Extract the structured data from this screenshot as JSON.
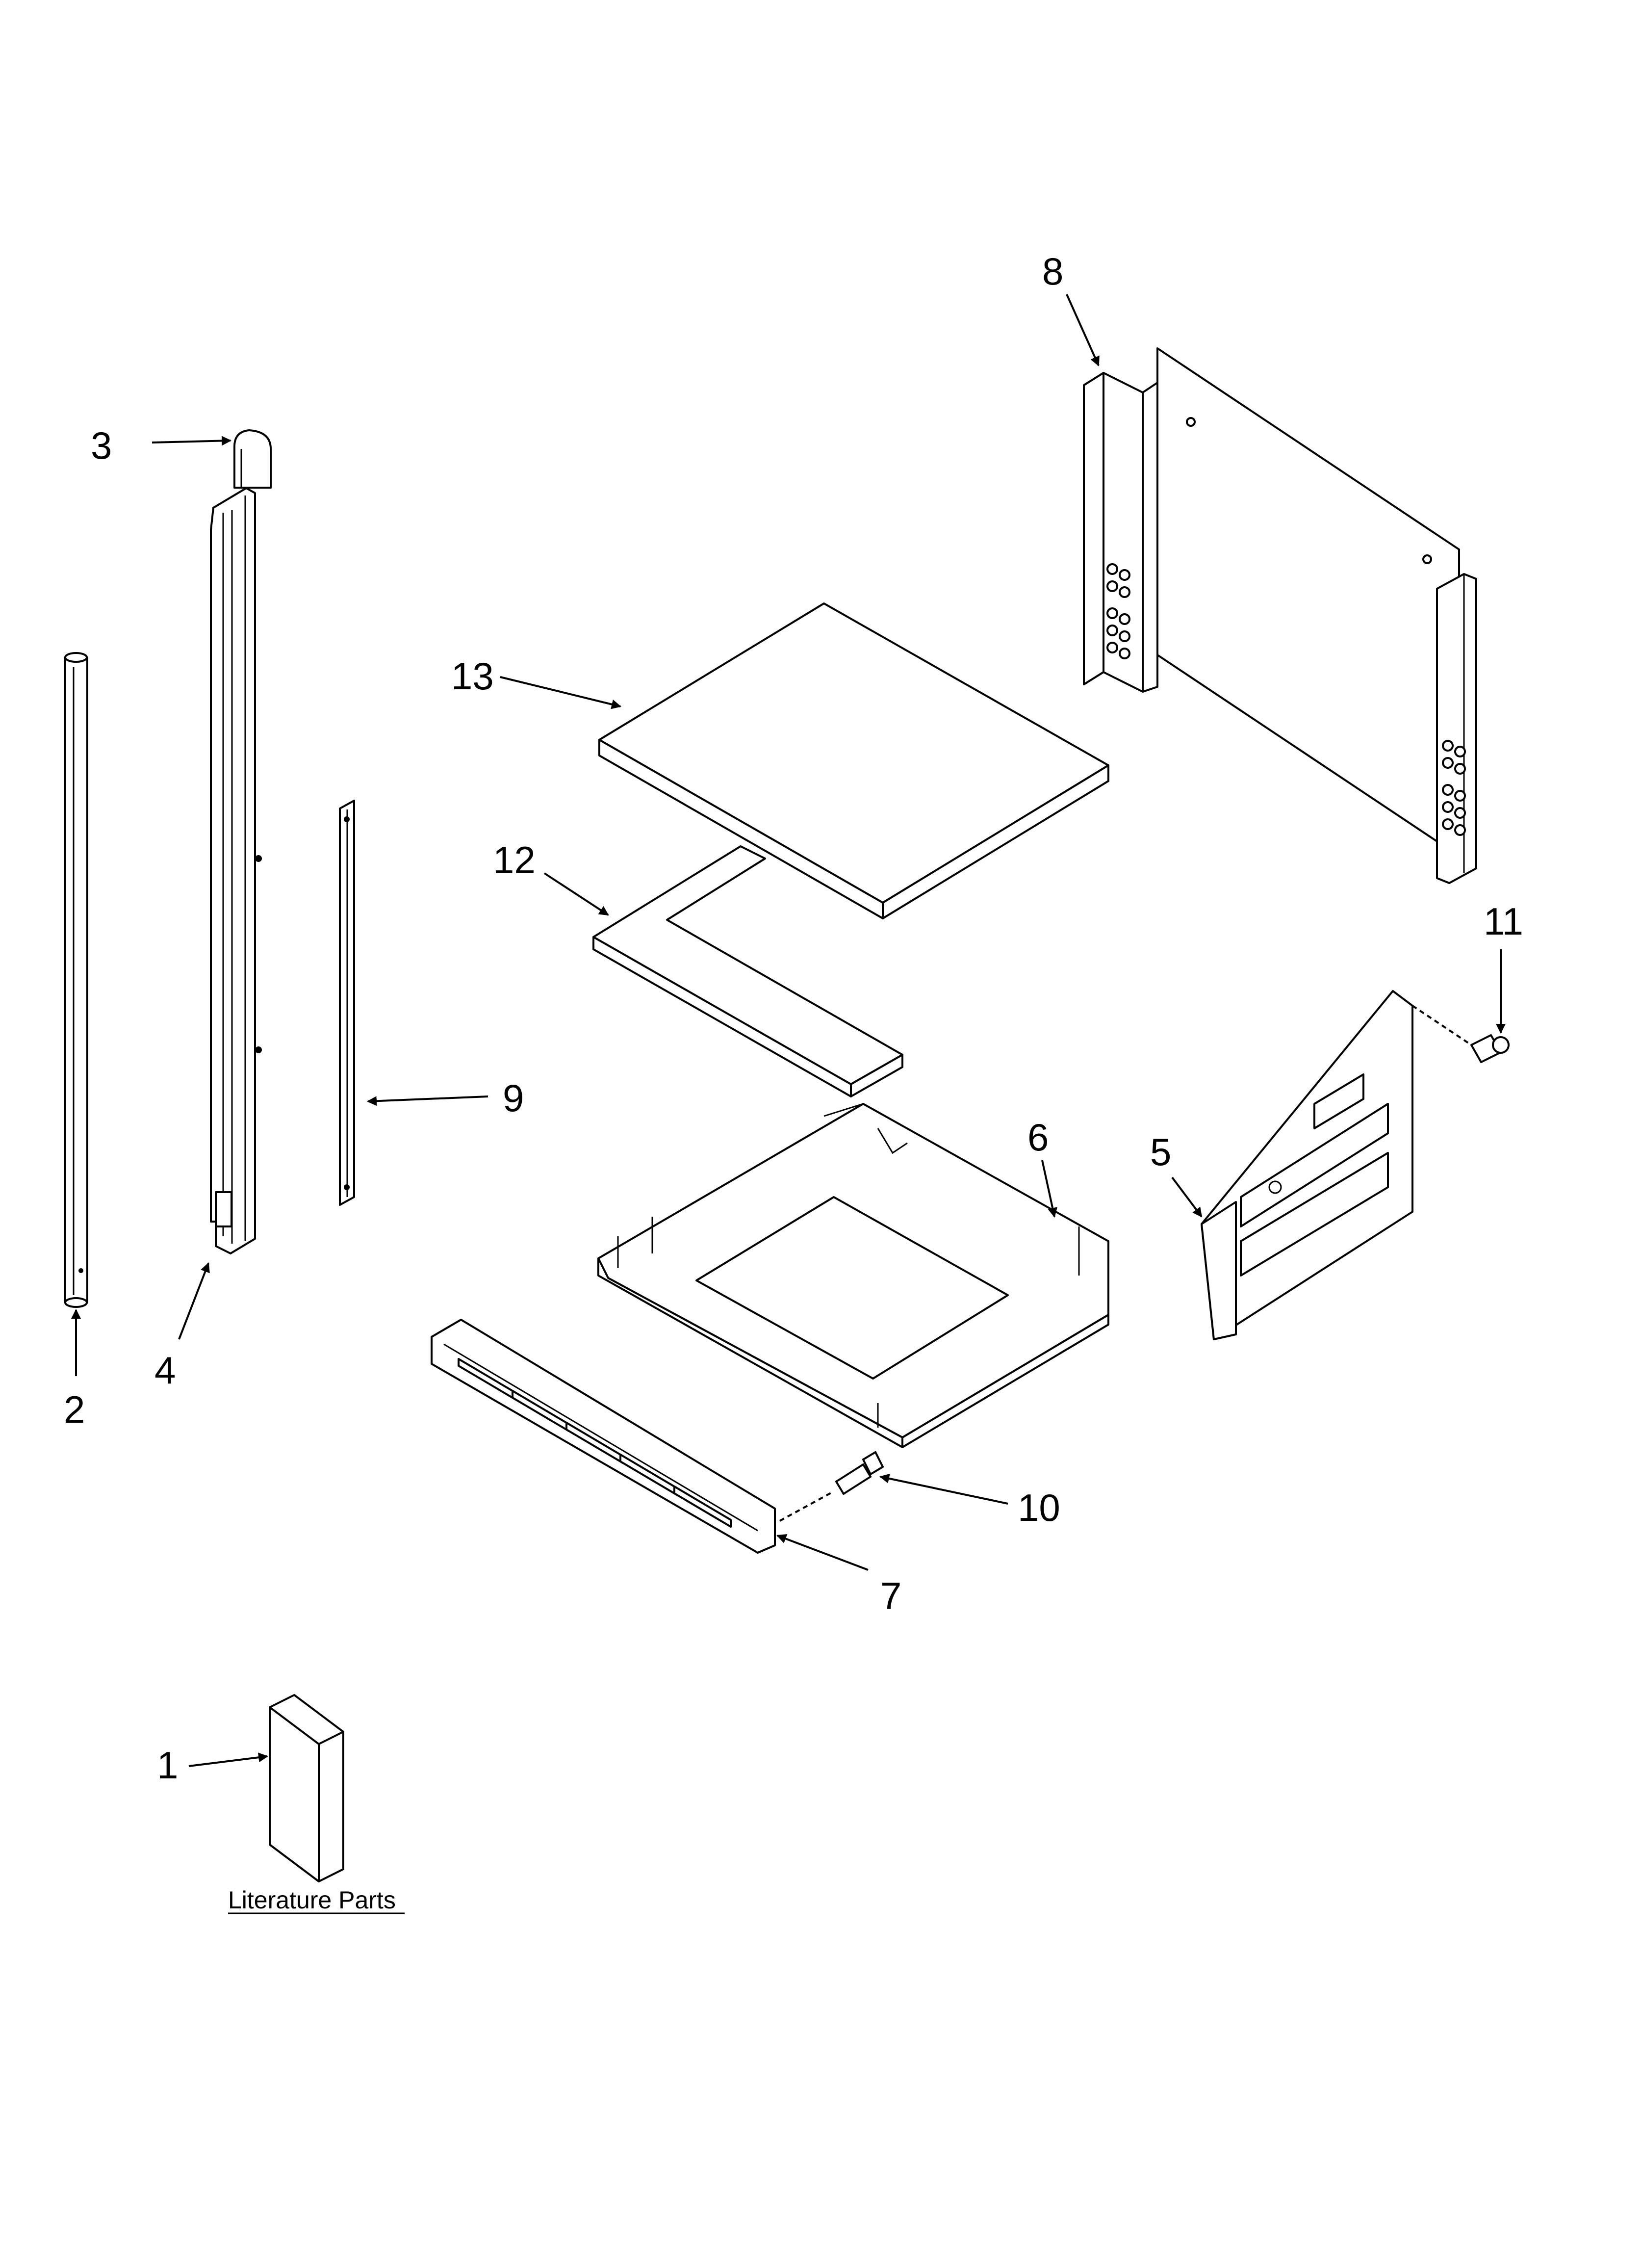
{
  "callouts": [
    {
      "id": "1",
      "label": "1"
    },
    {
      "id": "2",
      "label": "2"
    },
    {
      "id": "3",
      "label": "3"
    },
    {
      "id": "4",
      "label": "4"
    },
    {
      "id": "5",
      "label": "5"
    },
    {
      "id": "6",
      "label": "6"
    },
    {
      "id": "7",
      "label": "7"
    },
    {
      "id": "8",
      "label": "8"
    },
    {
      "id": "9",
      "label": "9"
    },
    {
      "id": "10",
      "label": "10"
    },
    {
      "id": "11",
      "label": "11"
    },
    {
      "id": "12",
      "label": "12"
    },
    {
      "id": "13",
      "label": "13"
    }
  ],
  "caption": "Literature Parts",
  "colors": {
    "line": "#000000",
    "background": "#ffffff"
  }
}
